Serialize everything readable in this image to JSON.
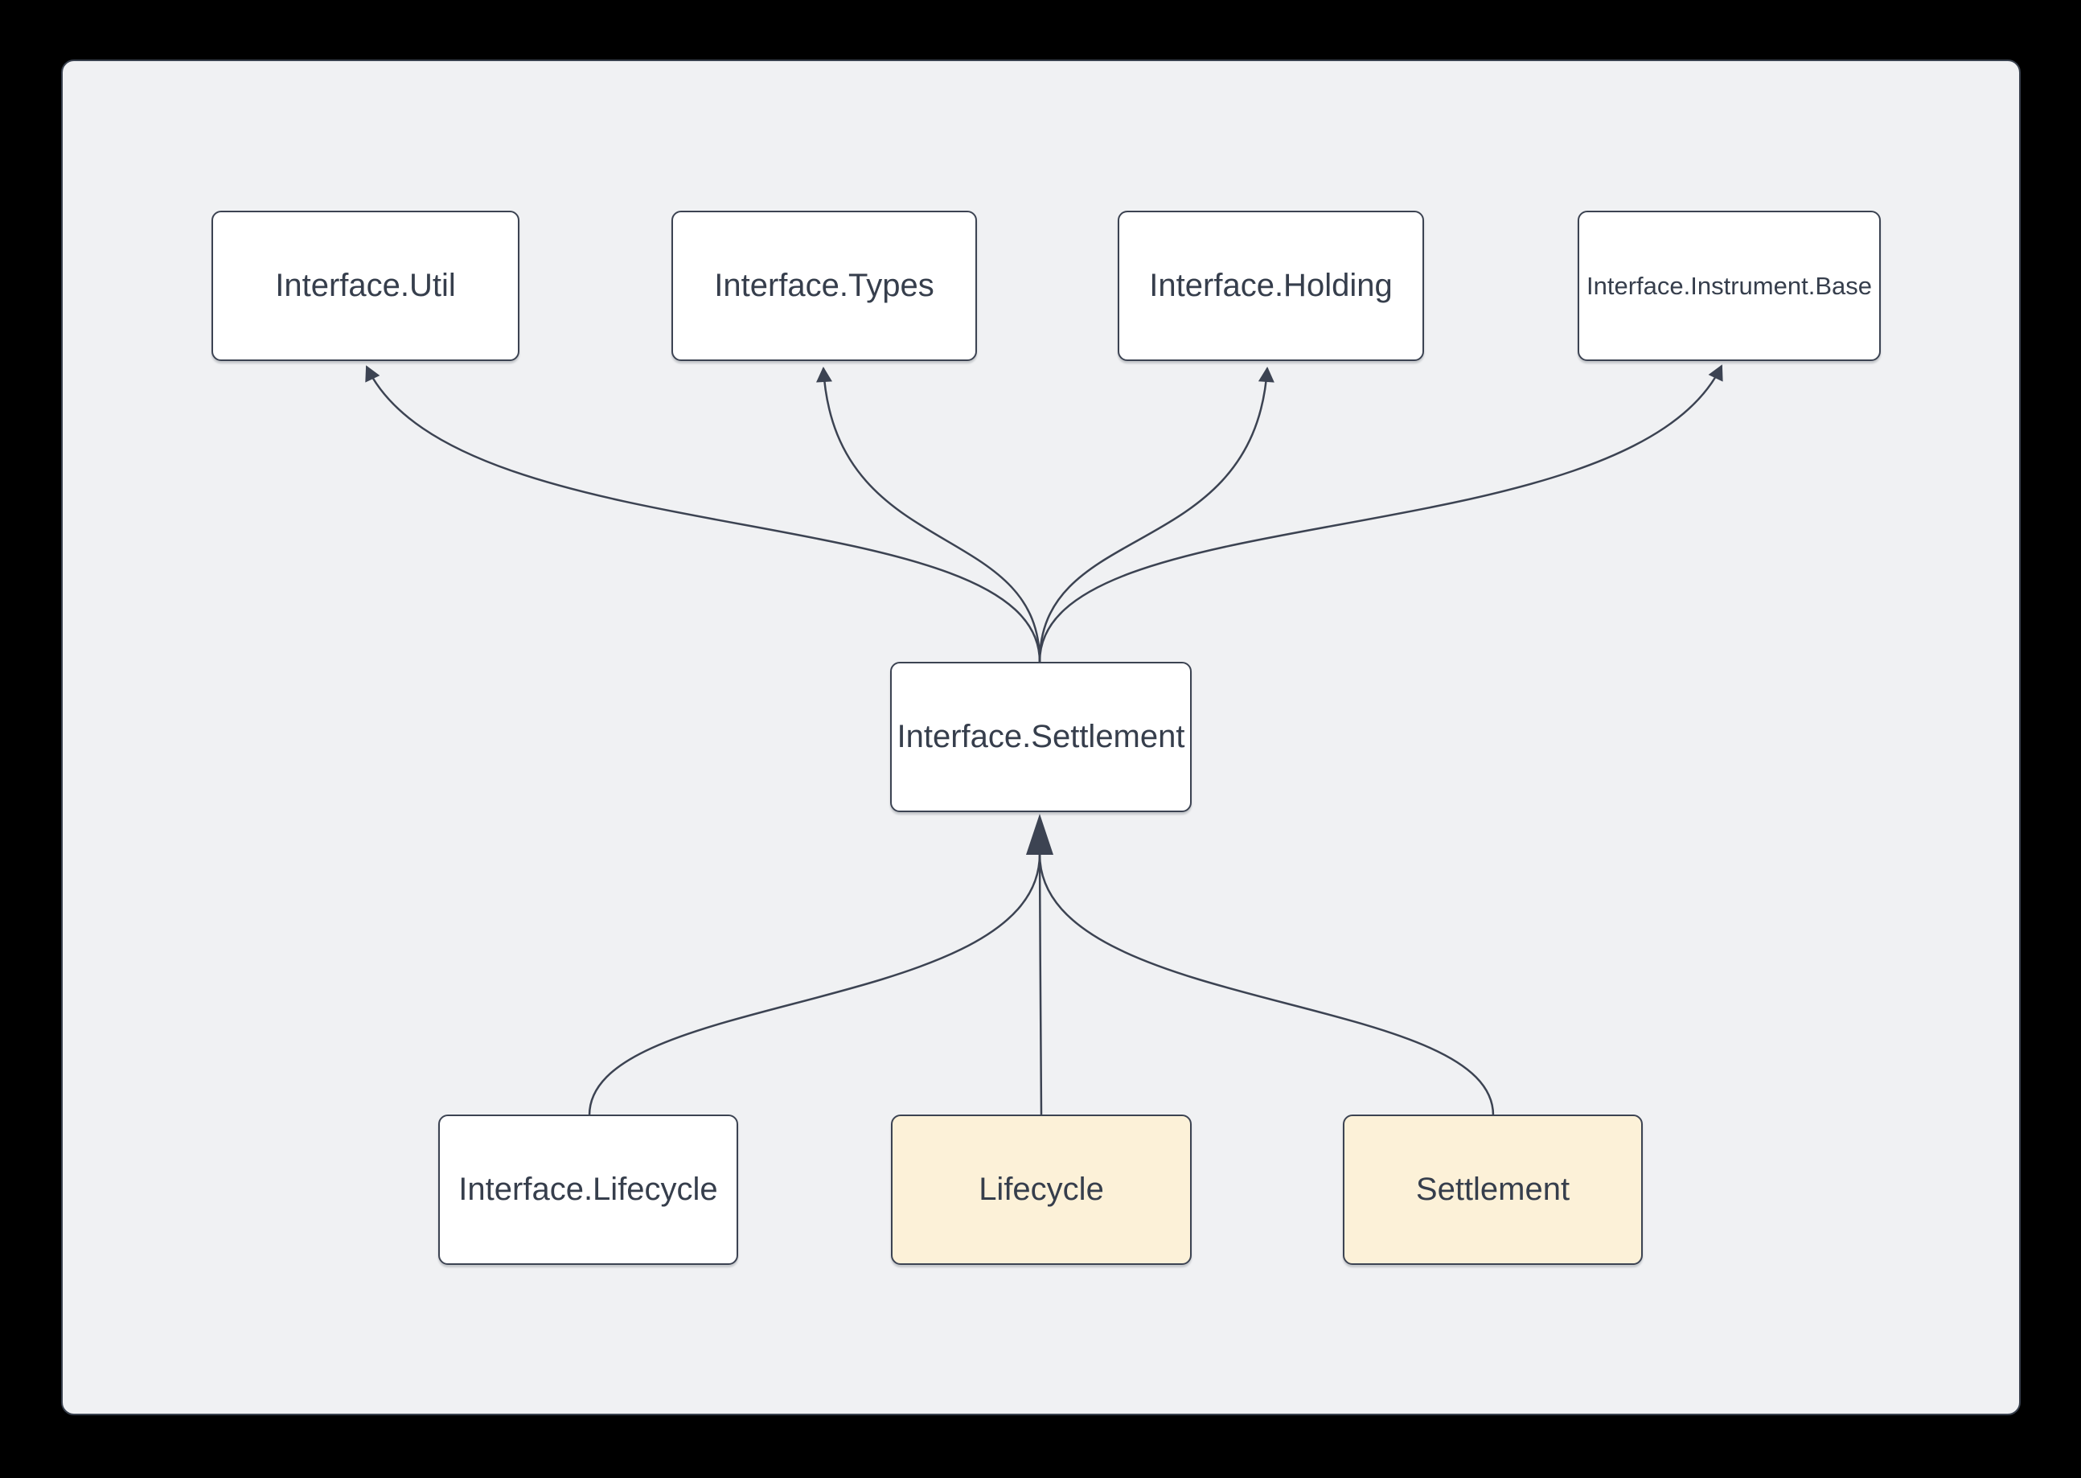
{
  "diagram": {
    "type": "dependency-graph",
    "nodes": [
      {
        "id": "interface-util",
        "label": "Interface.Util",
        "style": "default"
      },
      {
        "id": "interface-types",
        "label": "Interface.Types",
        "style": "default"
      },
      {
        "id": "interface-holding",
        "label": "Interface.Holding",
        "style": "default"
      },
      {
        "id": "interface-instrument-base",
        "label": "Interface.Instrument.Base",
        "style": "default"
      },
      {
        "id": "interface-settlement",
        "label": "Interface.Settlement",
        "style": "default"
      },
      {
        "id": "interface-lifecycle",
        "label": "Interface.Lifecycle",
        "style": "default"
      },
      {
        "id": "lifecycle",
        "label": "Lifecycle",
        "style": "highlight"
      },
      {
        "id": "settlement",
        "label": "Settlement",
        "style": "highlight"
      }
    ],
    "edges": [
      {
        "from": "interface-settlement",
        "to": "interface-util"
      },
      {
        "from": "interface-settlement",
        "to": "interface-types"
      },
      {
        "from": "interface-settlement",
        "to": "interface-holding"
      },
      {
        "from": "interface-settlement",
        "to": "interface-instrument-base"
      },
      {
        "from": "interface-lifecycle",
        "to": "interface-settlement"
      },
      {
        "from": "lifecycle",
        "to": "interface-settlement"
      },
      {
        "from": "settlement",
        "to": "interface-settlement"
      }
    ],
    "colors": {
      "background": "#000000",
      "canvas": "#f0f1f3",
      "canvas_border": "#39414e",
      "node_fill": "#ffffff",
      "node_fill_highlight": "#fcf1d8",
      "node_border": "#3c4352",
      "edge": "#3c4352",
      "text": "#363e4c"
    }
  }
}
